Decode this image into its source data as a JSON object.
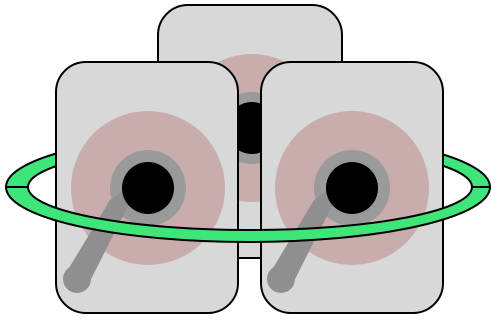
{
  "illustration": {
    "subject": "three-devices-with-ring",
    "colors": {
      "background": "#ffffff",
      "panel_fill": "#d8d8d8",
      "outline": "#000000",
      "ring_fill": "#3ee67a",
      "disc_halo": "#c9adad",
      "hub_ring": "#9a9a9a",
      "hub_core": "#000000",
      "arm": "#8f8f8f"
    },
    "icons": [
      "device-panel-back",
      "device-panel-left",
      "device-panel-right",
      "green-ring"
    ]
  }
}
